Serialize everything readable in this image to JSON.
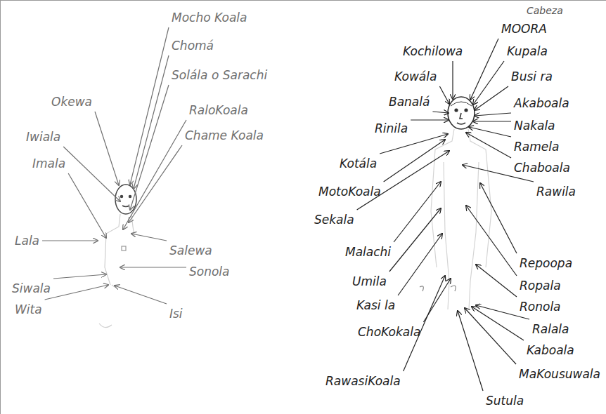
{
  "diagram": {
    "labels": [
      "Mocho Koala",
      "Chomá",
      "Okewa",
      "Iwiala",
      "Solála o Sarachi",
      "Imala",
      "RaloKoala",
      "Chame Koala",
      "Lala",
      "Salewa",
      "Sonola",
      "Siwala",
      "Wita",
      "Isi",
      "Cabeza",
      "MOORA",
      "Kochilowa",
      "Kupala",
      "Kowála",
      "Busi ra",
      "Banalá",
      "Akaboala",
      "Rinila",
      "Nakala",
      "Ramela",
      "Kotála",
      "Chaboala",
      "MotoKoala",
      "Sekala",
      "Rawila",
      "Malachi",
      "Umila",
      "Kasi la",
      "Repoopa",
      "ChoKokala",
      "Ropala",
      "RawasiKoala",
      "Ronola",
      "Ralala",
      "Kaboala",
      "MaKousuwala",
      "Sutula"
    ]
  }
}
